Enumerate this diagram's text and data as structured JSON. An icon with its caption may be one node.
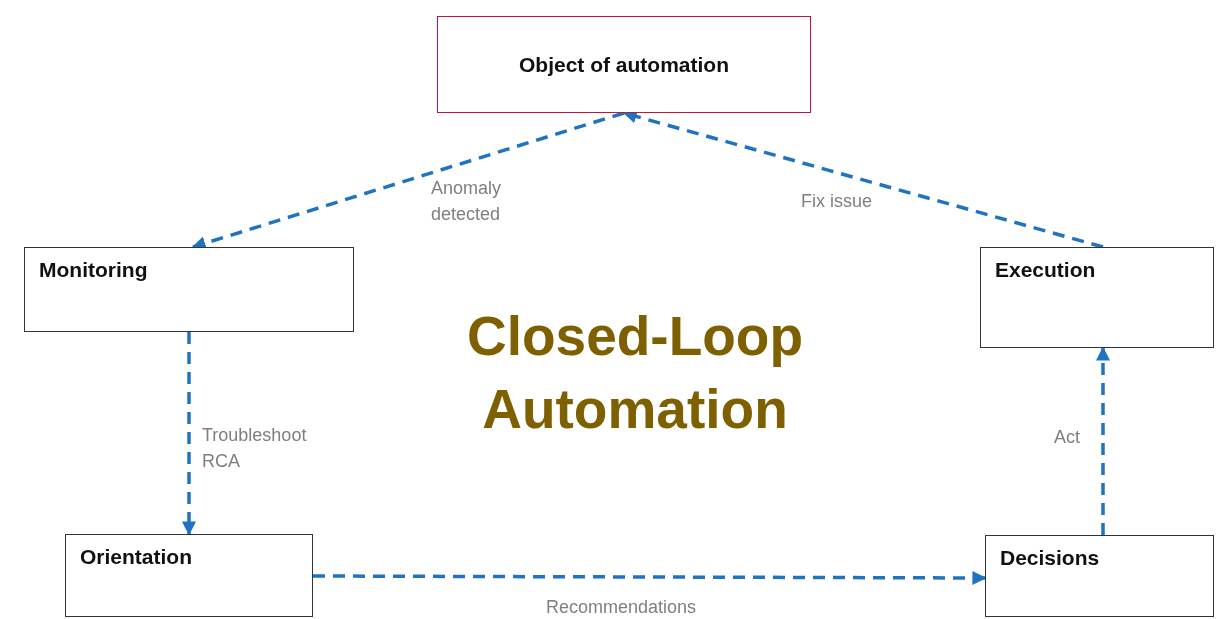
{
  "diagram": {
    "title": "Closed-Loop Automation",
    "nodes": [
      {
        "text": [
          "Object of automation"
        ]
      },
      {
        "text": [
          "Monitoring"
        ]
      },
      {
        "text": [
          "Orientation"
        ]
      },
      {
        "text": [
          "Decisions"
        ]
      },
      {
        "text": [
          "Execution"
        ]
      }
    ],
    "edges": [
      {
        "from": 0,
        "to": 1,
        "arrow": "to",
        "label": "Anomaly detected"
      },
      {
        "from": 1,
        "to": 2,
        "arrow": "to",
        "label": "Troubleshoot RCA"
      },
      {
        "from": 2,
        "to": 3,
        "arrow": "to",
        "label": "Recommendations"
      },
      {
        "from": 3,
        "to": 4,
        "arrow": "to",
        "label": "Act"
      },
      {
        "from": 4,
        "to": 0,
        "arrow": "to",
        "label": "Fix issue"
      }
    ]
  }
}
